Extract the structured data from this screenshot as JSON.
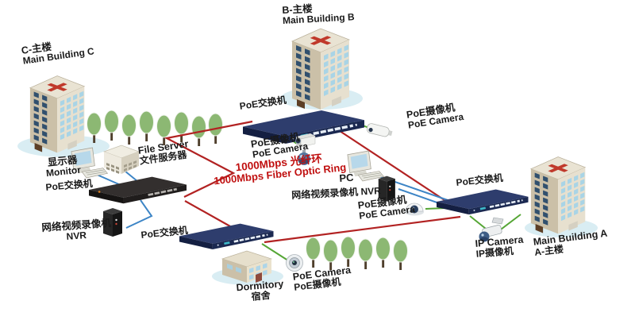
{
  "labels": {
    "building_c": {
      "line1": "C-主楼",
      "line2": "Main Building C"
    },
    "building_b": {
      "line1": "B-主楼",
      "line2": "Main Building B"
    },
    "building_a": {
      "line1": "Main Building A",
      "line2": "A-主楼"
    },
    "dormitory": {
      "line1": "Dormitory",
      "line2": "宿舍"
    },
    "switch_top": "PoE交换机",
    "switch_left": "PoE交换机",
    "switch_bottom": "PoE交换机",
    "switch_right": "PoE交换机",
    "monitor": {
      "line1": "显示器",
      "line2": "Monitor"
    },
    "file_server": {
      "line1": "File Server",
      "line2": "文件服务器"
    },
    "nvr_left": {
      "line1": "网络视频录像机",
      "line2": "NVR"
    },
    "nvr_right": "网络视频录像机  NVR",
    "camera_top": {
      "line1": "PoE摄像机",
      "line2": "PoE Camera"
    },
    "camera_topright": {
      "line1": "PoE摄像机",
      "line2": "PoE Camera"
    },
    "camera_right": {
      "line1": "PoE摄像机",
      "line2": "PoE Camera"
    },
    "camera_bottom": {
      "line1": "PoE Camera",
      "line2": "PoE摄像机"
    },
    "camera_ip": {
      "line1": "IP Camera",
      "line2": "IP摄像机"
    },
    "pc": "PC",
    "ring": {
      "line1": "1000Mbps 光纤环",
      "line2": "1000Mbps Fiber Optic Ring"
    }
  },
  "colors": {
    "fiber_ring_line": "#b22222",
    "camera_link_line": "#55a635",
    "data_link_line": "#3d85c6",
    "ring_label_text": "#c01010",
    "label_text": "#1a1a1a",
    "switch_navy": "#2e3d6d",
    "switch_black": "#2f2b2a",
    "building_wall": "#e7e0cf",
    "tree_green": "#8cb873",
    "ground_ellipse": "#d9edf3"
  },
  "icons": {
    "building": "isometric-office-building-with-red-cross",
    "poe_switch": "isometric-rack-switch",
    "dome_camera": "dome-camera",
    "bullet_camera": "bullet-camera",
    "box_camera": "box-camera",
    "ball_camera": "ball-camera",
    "ptz_camera": "ptz-camera",
    "monitor": "crt-monitor-with-keyboard",
    "file_server": "server-box",
    "nvr": "recorder-tower",
    "tree": "tree"
  }
}
